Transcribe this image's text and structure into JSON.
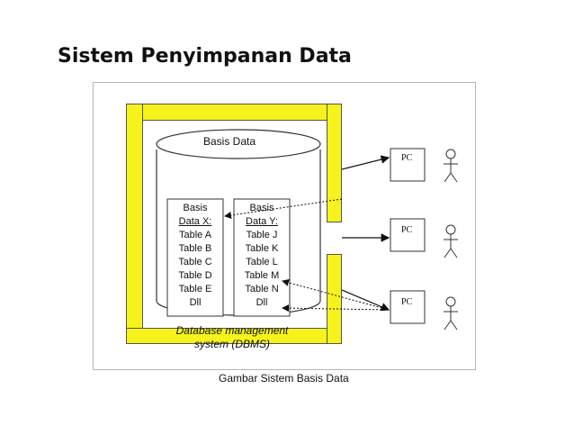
{
  "title": "Sistem Penyimpanan Data",
  "diagram": {
    "cylinder_label": "Basis Data",
    "database_x": {
      "heading_1": "Basis",
      "heading_2": "Data X:",
      "items": [
        "Table A",
        "Table B",
        "Table C",
        "Table D",
        "Table E",
        "Dll"
      ]
    },
    "database_y": {
      "heading_1": "Basis",
      "heading_2": "Data Y:",
      "items": [
        "Table J",
        "Table K",
        "Table L",
        "Table M",
        "Table N",
        "Dll"
      ]
    },
    "dbms_label": "Database management system (DBMS)",
    "pcs": [
      "PC",
      "PC",
      "PC"
    ],
    "frame_color": "#f6f31c",
    "caption": "Gambar  Sistem Basis Data"
  }
}
